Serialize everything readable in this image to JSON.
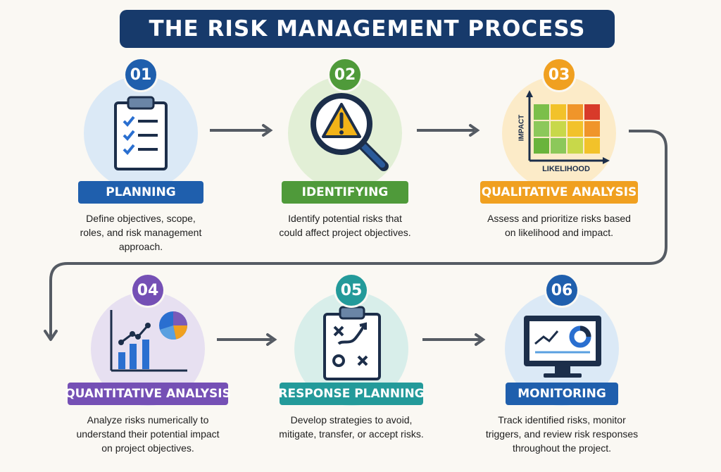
{
  "title": "THE RISK MANAGEMENT PROCESS",
  "steps": [
    {
      "number": "01",
      "label": "PLANNING",
      "desc_lines": [
        "Define objectives, scope,",
        "roles, and risk management",
        "approach."
      ],
      "icon": "clipboard-checklist-icon",
      "color": "#1f5fad",
      "circle": "#dbe9f6"
    },
    {
      "number": "02",
      "label": "IDENTIFYING",
      "desc_lines": [
        "Identify potential risks that",
        "could affect project objectives."
      ],
      "icon": "magnifier-warning-icon",
      "color": "#4f9a3a",
      "circle": "#e2efd6"
    },
    {
      "number": "03",
      "label": "QUALITATIVE ANALYSIS",
      "desc_lines": [
        "Assess and prioritize risks based",
        "on likelihood and impact."
      ],
      "icon": "risk-matrix-icon",
      "color": "#f0a020",
      "circle": "#fcebc8",
      "matrix_ylabel": "IMPACT",
      "matrix_xlabel": "LIKELIHOOD"
    },
    {
      "number": "04",
      "label": "QUANTITATIVE ANALYSIS",
      "desc_lines": [
        "Analyze risks numerically to",
        "understand their potential impact",
        "on project objectives."
      ],
      "icon": "bar-pie-chart-icon",
      "color": "#7550b5",
      "circle": "#e7e0f1"
    },
    {
      "number": "05",
      "label": "RESPONSE PLANNING",
      "desc_lines": [
        "Develop strategies to avoid,",
        "mitigate, transfer, or accept risks."
      ],
      "icon": "strategy-clipboard-icon",
      "color": "#239a9a",
      "circle": "#d8eeea"
    },
    {
      "number": "06",
      "label": "MONITORING",
      "desc_lines": [
        "Track identified risks, monitor",
        "triggers, and review risk responses",
        "throughout the project."
      ],
      "icon": "monitor-dashboard-icon",
      "color": "#1f5fad",
      "circle": "#dbe9f6"
    }
  ],
  "colors": {
    "title_bg": "#173a6b",
    "arrow": "#555b63",
    "background": "#faf8f3"
  }
}
